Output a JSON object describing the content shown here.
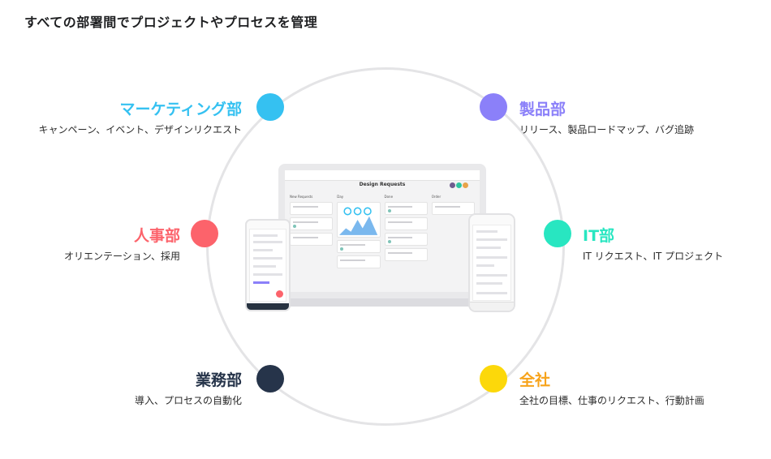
{
  "headline": "すべての部署間でプロジェクトやプロセスを管理",
  "colors": {
    "marketing": "#35c1f1",
    "product": "#8b80f9",
    "hr": "#fc636b",
    "it": "#28e6c1",
    "operations": "#26344a",
    "company": "#fcd80a",
    "company_label": "#f7a31a"
  },
  "departments": {
    "marketing": {
      "name": "マーケティング部",
      "desc": "キャンペーン、イベント、デザインリクエスト"
    },
    "product": {
      "name": "製品部",
      "desc": "リリース、製品ロードマップ、バグ追跡"
    },
    "hr": {
      "name": "人事部",
      "desc": "オリエンテーション、採用"
    },
    "it": {
      "name": "IT部",
      "desc": "IT リクエスト、IT プロジェクト"
    },
    "operations": {
      "name": "業務部",
      "desc": "導入、プロセスの自動化"
    },
    "company": {
      "name": "全社",
      "desc": "全社の目標、仕事のリクエスト、行動計画"
    }
  },
  "app": {
    "project_title": "Design Requests",
    "columns": [
      "New Requests",
      "Day",
      "Done",
      "Order"
    ]
  }
}
